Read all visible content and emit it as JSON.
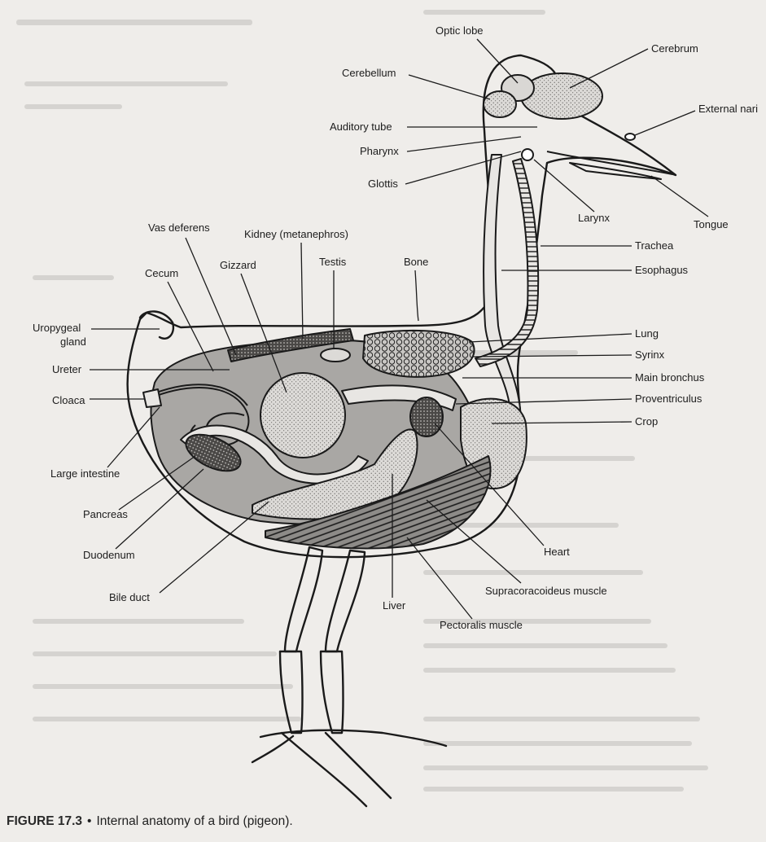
{
  "labels": {
    "optic_lobe": "Optic lobe",
    "cerebrum": "Cerebrum",
    "cerebellum": "Cerebellum",
    "external_naris": "External nari",
    "auditory_tube": "Auditory tube",
    "pharynx": "Pharynx",
    "glottis": "Glottis",
    "larynx": "Larynx",
    "tongue": "Tongue",
    "vas_deferens": "Vas deferens",
    "kidney": "Kidney (metanephros)",
    "trachea": "Trachea",
    "cecum": "Cecum",
    "gizzard": "Gizzard",
    "testis": "Testis",
    "bone": "Bone",
    "esophagus": "Esophagus",
    "uropygeal_gland_1": "Uropygeal",
    "uropygeal_gland_2": "gland",
    "lung": "Lung",
    "syrinx": "Syrinx",
    "ureter": "Ureter",
    "main_bronchus": "Main bronchus",
    "proventriculus": "Proventriculus",
    "cloaca": "Cloaca",
    "crop": "Crop",
    "large_intestine": "Large intestine",
    "pancreas": "Pancreas",
    "duodenum": "Duodenum",
    "heart": "Heart",
    "bile_duct": "Bile duct",
    "supracoracoideus": "Supracoracoideus muscle",
    "liver": "Liver",
    "pectoralis": "Pectoralis muscle"
  },
  "caption": {
    "figure_number": "FIGURE 17.3",
    "bullet": "•",
    "text": "Internal anatomy of a bird (pigeon)."
  },
  "colors": {
    "page": "#efedea",
    "body_cavity": "#a9a7a4",
    "organ_light": "#e8e6e3",
    "organ_stipple": "#cfcdca",
    "dark": "#2b2b2b"
  }
}
